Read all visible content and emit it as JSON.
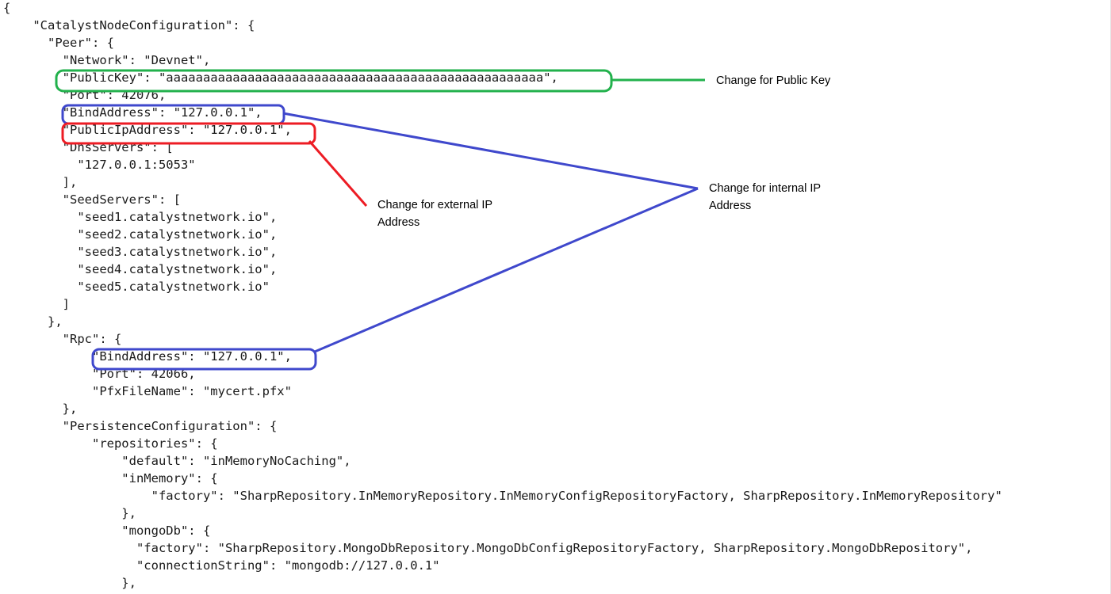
{
  "code_lines": [
    "{",
    "    \"CatalystNodeConfiguration\": {",
    "      \"Peer\": {",
    "        \"Network\": \"Devnet\",",
    "        \"PublicKey\": \"aaaaaaaaaaaaaaaaaaaaaaaaaaaaaaaaaaaaaaaaaaaaaaaaaaa\",",
    "        \"Port\": 42076,",
    "        \"BindAddress\": \"127.0.0.1\",",
    "        \"PublicIpAddress\": \"127.0.0.1\",",
    "        \"DnsServers\": [",
    "          \"127.0.0.1:5053\"",
    "        ],",
    "        \"SeedServers\": [",
    "          \"seed1.catalystnetwork.io\",",
    "          \"seed2.catalystnetwork.io\",",
    "          \"seed3.catalystnetwork.io\",",
    "          \"seed4.catalystnetwork.io\",",
    "          \"seed5.catalystnetwork.io\"",
    "        ]",
    "      },",
    "        \"Rpc\": {",
    "            \"BindAddress\": \"127.0.0.1\",",
    "            \"Port\": 42066,",
    "            \"PfxFileName\": \"mycert.pfx\"",
    "        },",
    "        \"PersistenceConfiguration\": {",
    "            \"repositories\": {",
    "                \"default\": \"inMemoryNoCaching\",",
    "                \"inMemory\": {",
    "                    \"factory\": \"SharpRepository.InMemoryRepository.InMemoryConfigRepositoryFactory, SharpRepository.InMemoryRepository\"",
    "                },",
    "                \"mongoDb\": {",
    "                  \"factory\": \"SharpRepository.MongoDbRepository.MongoDbConfigRepositoryFactory, SharpRepository.MongoDbRepository\",",
    "                  \"connectionString\": \"mongodb://127.0.0.1\"",
    "                },"
  ],
  "annotations": {
    "public_key_note": "Change for Public Key",
    "internal_ip_note_line1": "Change for internal IP",
    "internal_ip_note_line2": "Address",
    "external_ip_note_line1": "Change for external IP",
    "external_ip_note_line2": "Address"
  },
  "colors": {
    "public_key_highlight": "#22b14c",
    "internal_ip_highlight": "#3f48cc",
    "external_ip_highlight": "#ed1c24",
    "code_text": "#1a1a1a"
  }
}
